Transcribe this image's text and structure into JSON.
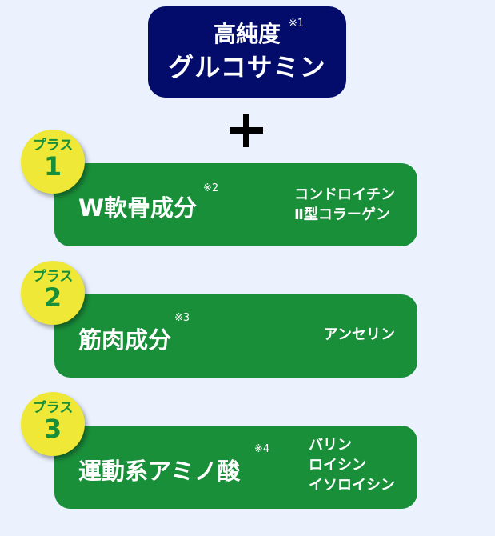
{
  "header": {
    "line1": "高純度",
    "note": "※1",
    "line2": "グルコサミン"
  },
  "plus_symbol": "+",
  "cards": [
    {
      "badge_label": "プラス",
      "badge_number": "1",
      "title": "W軟骨成分",
      "note": "※2",
      "items": [
        "コンドロイチン",
        "Ⅱ型コラーゲン"
      ]
    },
    {
      "badge_label": "プラス",
      "badge_number": "2",
      "title": "筋肉成分",
      "note": "※3",
      "items": [
        "アンセリン"
      ]
    },
    {
      "badge_label": "プラス",
      "badge_number": "3",
      "title": "運動系アミノ酸",
      "note": "※4",
      "items": [
        "バリン",
        "ロイシン",
        "イソロイシン"
      ]
    }
  ],
  "colors": {
    "background": "#ebf2fe",
    "header_box": "#030c6b",
    "card_green": "#1a8f3a",
    "badge_yellow": "#efe836"
  }
}
